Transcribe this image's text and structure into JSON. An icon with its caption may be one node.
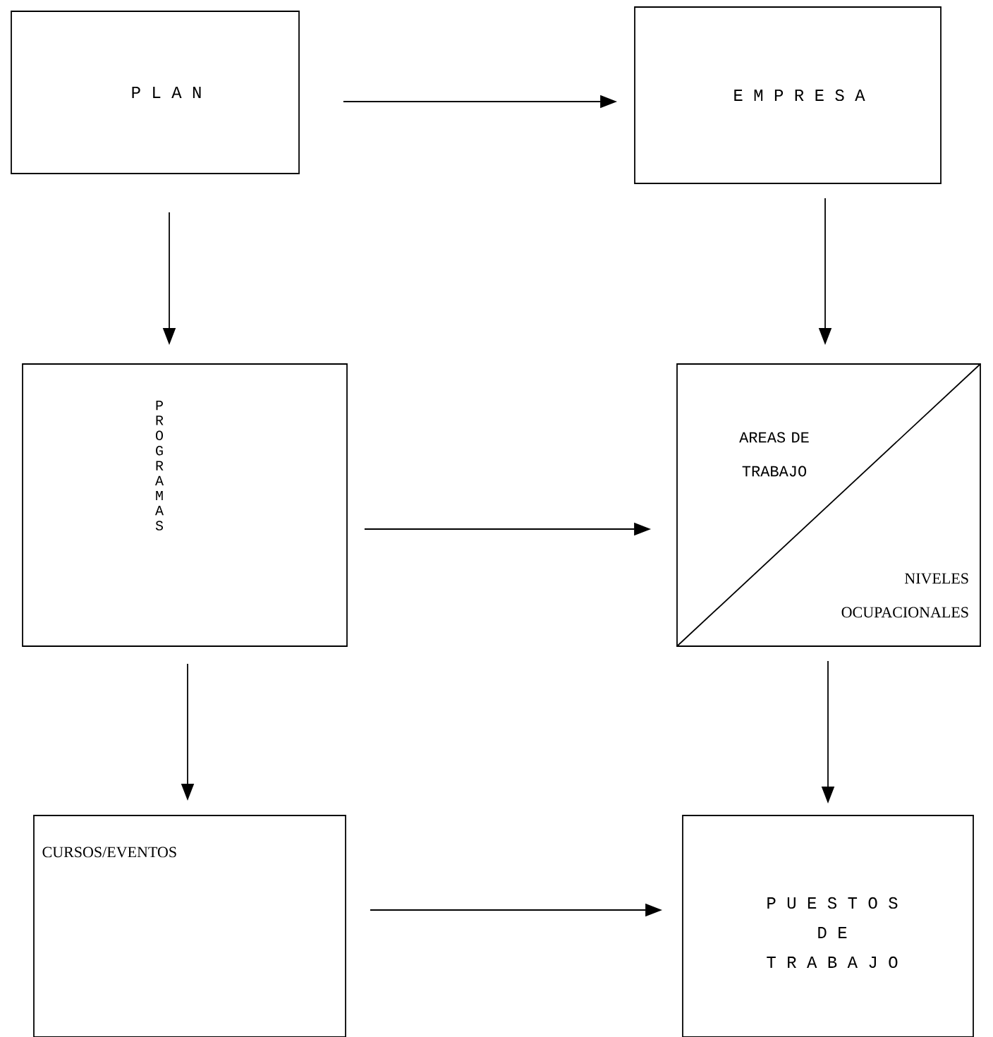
{
  "diagram": {
    "nodes": [
      {
        "text": [
          "P L A N"
        ]
      },
      {
        "text": [
          "E M P R E S A"
        ]
      },
      {
        "text": [
          "PROGRAMAS"
        ]
      },
      {
        "text": [
          "AREAS DE TRABAJO",
          "NIVELES OCUPACIONALES"
        ]
      },
      {
        "text": [
          "CURSOS/EVENTOS"
        ]
      },
      {
        "text": [
          "P U E S T O S",
          "D E",
          "T R A B A J O"
        ]
      }
    ],
    "edges": [
      {
        "from": 0,
        "to": 1,
        "arrow": "to"
      },
      {
        "from": 0,
        "to": 2,
        "arrow": "to"
      },
      {
        "from": 1,
        "to": 3,
        "arrow": "to"
      },
      {
        "from": 2,
        "to": 3,
        "arrow": "to"
      },
      {
        "from": 2,
        "to": 4,
        "arrow": "to"
      },
      {
        "from": 3,
        "to": 5,
        "arrow": "to"
      },
      {
        "from": 4,
        "to": 5,
        "arrow": "to"
      }
    ]
  }
}
